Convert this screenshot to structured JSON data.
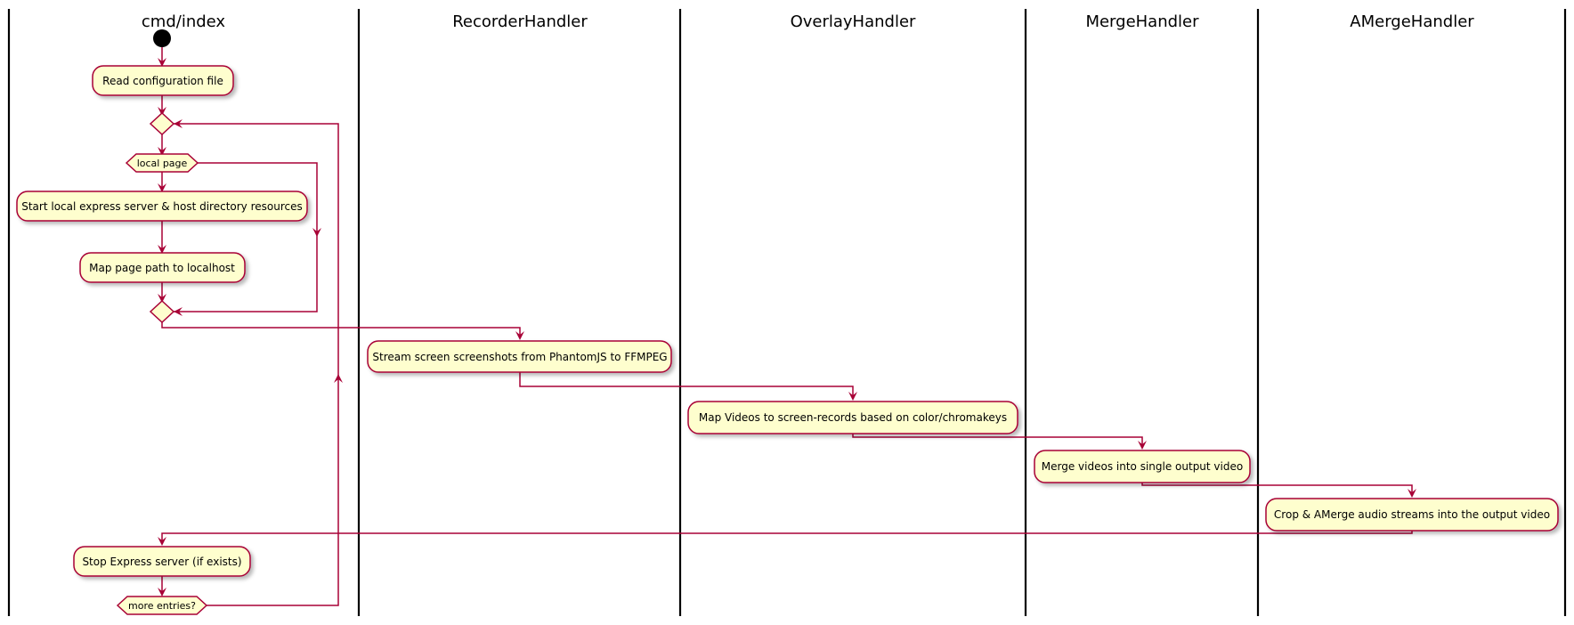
{
  "colors": {
    "activity_fill": "#fefece",
    "activity_border": "#a80036",
    "edge": "#a80036",
    "lane_line": "#000000"
  },
  "lanes": [
    "cmd/index",
    "RecorderHandler",
    "OverlayHandler",
    "MergeHandler",
    "AMergeHandler"
  ],
  "activities": {
    "read_config": "Read configuration file",
    "start_server": "Start local express server & host directory resources",
    "map_path": "Map page path to localhost",
    "stream": "Stream screen screenshots from PhantomJS to FFMPEG",
    "map_videos": "Map Videos to screen-records based on color/chromakeys",
    "merge": "Merge videos into single output video",
    "amerge": "Crop & AMerge audio streams into the output video",
    "stop_server": "Stop Express server (if exists)"
  },
  "conditions": {
    "local_page": "local page",
    "more_entries": "more entries?"
  },
  "start_node": "start-circle"
}
